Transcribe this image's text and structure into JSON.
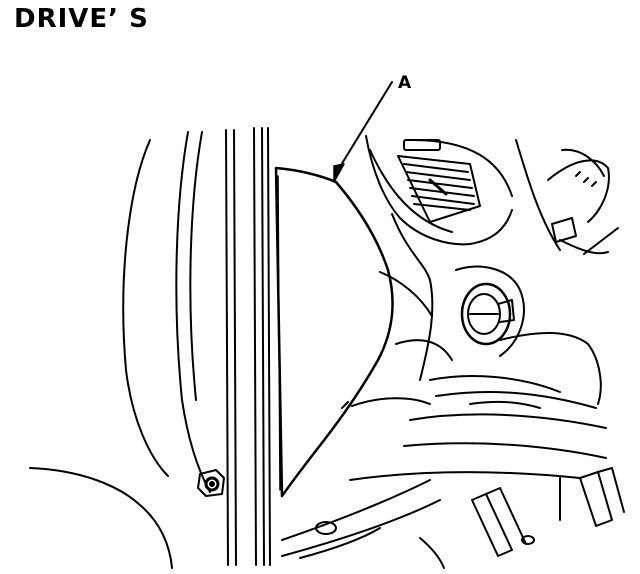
{
  "heading": "DRIVE’ S",
  "callouts": [
    {
      "label": "A",
      "target": "driver-side-dashboard-lower-cover"
    }
  ],
  "colors": {
    "ink": "#000000",
    "paper": "#ffffff"
  }
}
